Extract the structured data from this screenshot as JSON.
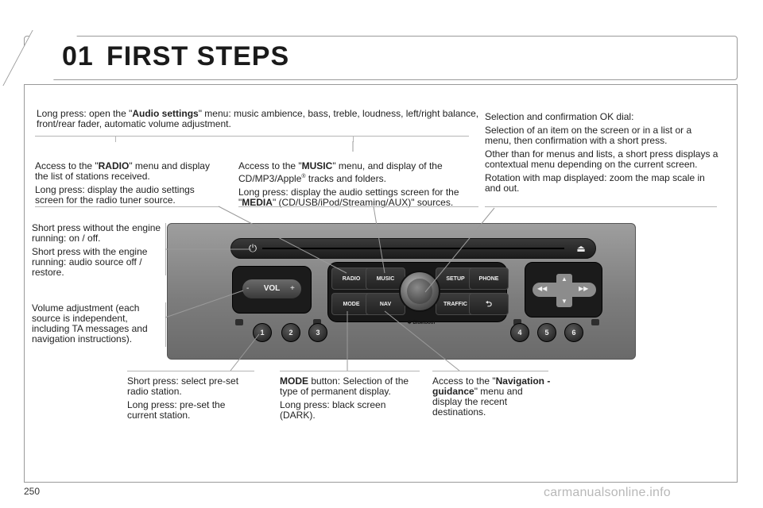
{
  "header": {
    "chapter_number": "01",
    "chapter_title": "FIRST STEPS"
  },
  "callouts": {
    "audio_settings": {
      "prefix": "Long press: open the \"",
      "bold": "Audio settings",
      "suffix": "\" menu: music ambience, bass, treble, loudness, left/right balance, front/rear fader, automatic volume adjustment."
    },
    "radio_menu": {
      "line1_prefix": "Access to the \"",
      "line1_bold": "RADIO",
      "line1_suffix": "\" menu and display the list of stations received.",
      "line2": "Long press: display the audio settings screen for the radio tuner source."
    },
    "music_menu": {
      "line1_prefix": "Access to the \"",
      "line1_bold": "MUSIC",
      "line1_suffix": "\" menu, and display of the CD/MP3/Apple",
      "line1_sup": "®",
      "line1_end": " tracks and folders.",
      "line2_prefix": "Long press: display the audio settings screen for the \"",
      "line2_bold": "MEDIA",
      "line2_suffix": "\" (CD/USB/iPod/Streaming/AUX)\" sources."
    },
    "ok_dial": {
      "line1": "Selection and confirmation OK dial:",
      "line2": "Selection of an item on the screen or in a list or a menu, then confirmation with a short press.",
      "line3": "Other than for menus and lists, a short press displays a contextual menu depending on the current screen.",
      "line4": "Rotation with map displayed: zoom the map scale in and out."
    },
    "power": {
      "line1": "Short press without the engine running: on / off.",
      "line2": "Short press with the engine running: audio source off / restore."
    },
    "volume": {
      "line1": "Volume adjustment (each source is independent, including TA messages and navigation instructions)."
    },
    "presets": {
      "line1": "Short press: select pre-set radio station.",
      "line2": "Long press: pre-set the current station."
    },
    "mode": {
      "line1_bold": "MODE",
      "line1_suffix": " button: Selection of the type of permanent display.",
      "line2": "Long press: black screen (DARK)."
    },
    "nav": {
      "line1_prefix": "Access to the \"",
      "line1_bold": "Navigation - guidance",
      "line1_suffix": "\" menu and display the recent destinations."
    }
  },
  "radio_unit": {
    "vol_label": "VOL",
    "vol_minus": "-",
    "vol_plus": "+",
    "buttons": {
      "radio": "RADIO",
      "music": "MUSIC",
      "setup": "SETUP",
      "phone": "PHONE",
      "mode": "MODE",
      "nav": "NAV",
      "traffic": "TRAFFIC"
    },
    "bluetooth_label": "Bluetooth",
    "presets": [
      "1",
      "2",
      "3",
      "4",
      "5",
      "6"
    ]
  },
  "footer": {
    "page_number": "250",
    "watermark": "carmanualsonline.info"
  }
}
